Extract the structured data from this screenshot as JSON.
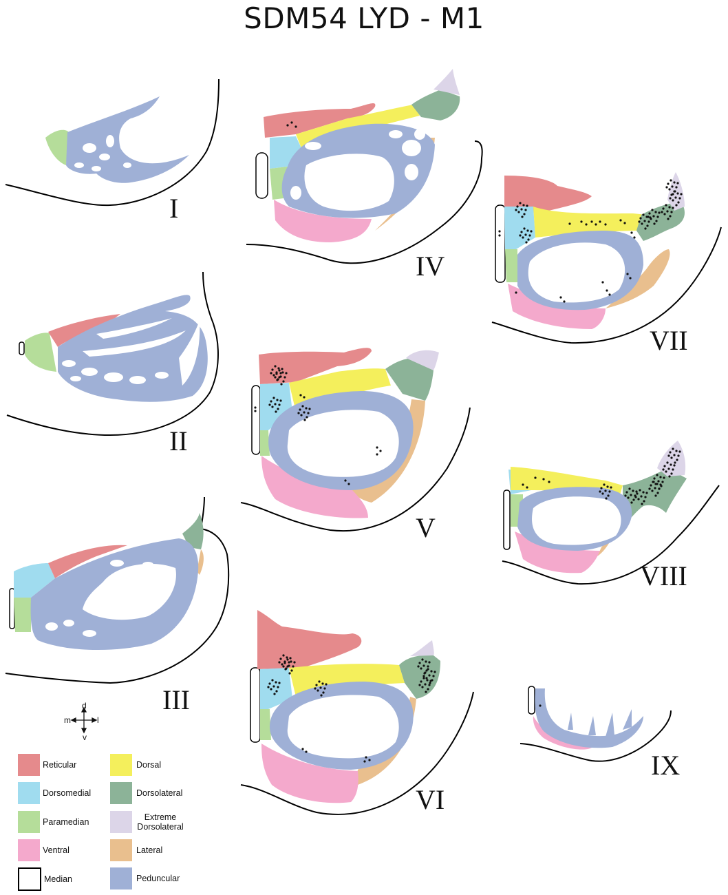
{
  "title": "SDM54 LYD - M1",
  "slices": [
    "I",
    "II",
    "III",
    "IV",
    "V",
    "VI",
    "VII",
    "VIII",
    "IX"
  ],
  "compass": {
    "dorsal": "d",
    "ventral": "v",
    "medial": "m",
    "lateral": "l"
  },
  "legend": [
    {
      "label": "Reticular",
      "color": "#e58a8c"
    },
    {
      "label": "Dorsal",
      "color": "#f4ef5c"
    },
    {
      "label": "Dorsomedial",
      "color": "#a0dcef"
    },
    {
      "label": "Dorsolateral",
      "color": "#8cb398"
    },
    {
      "label": "Paramedian",
      "color": "#b5dd9a"
    },
    {
      "label": "Extreme Dorsolateral",
      "color": "#dcd5e8"
    },
    {
      "label": "Ventral",
      "color": "#f4a9cc"
    },
    {
      "label": "Lateral",
      "color": "#e9bf8e"
    },
    {
      "label": "Median",
      "color": "#ffffff"
    },
    {
      "label": "Peduncular",
      "color": "#9fb0d6"
    }
  ]
}
